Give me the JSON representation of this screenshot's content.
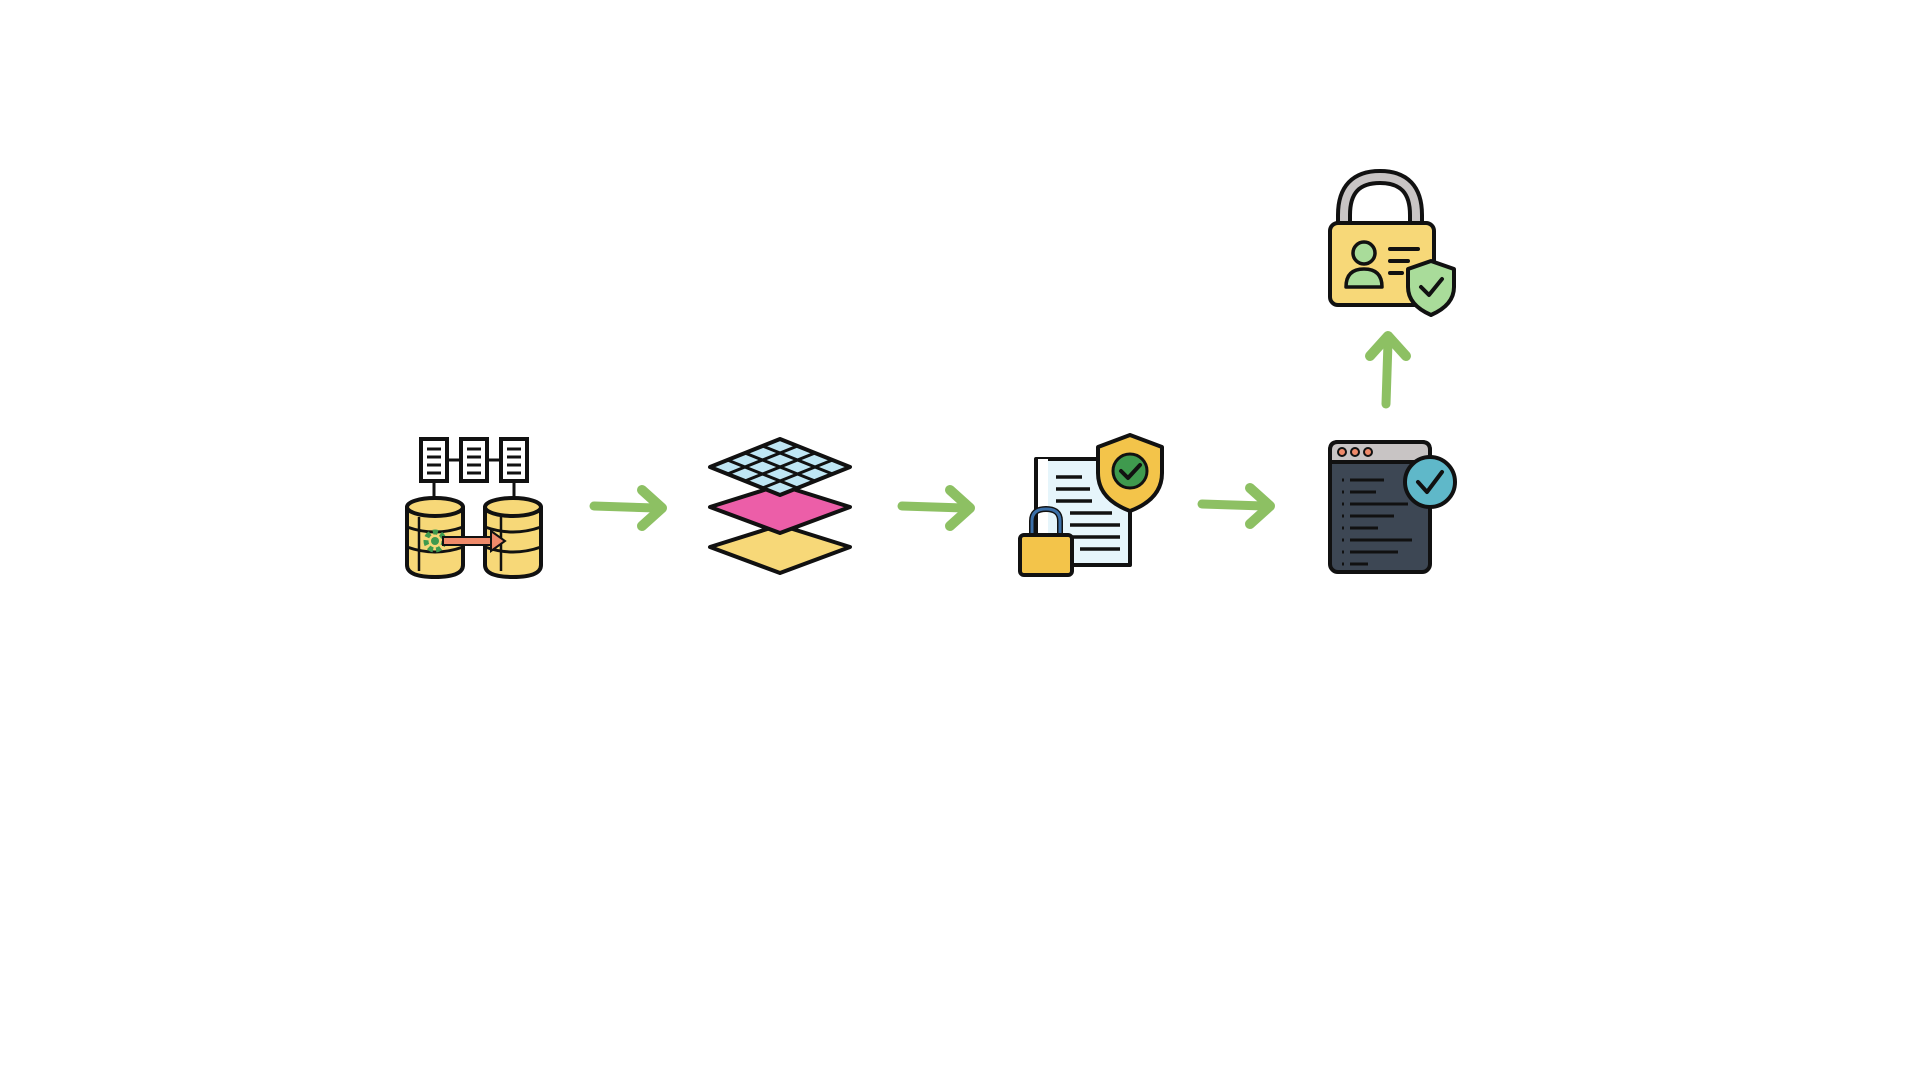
{
  "diagram": {
    "nodes": [
      {
        "id": "database-migration",
        "icon": "database-migration-icon"
      },
      {
        "id": "data-layers",
        "icon": "layers-icon"
      },
      {
        "id": "secure-document",
        "icon": "secure-document-icon"
      },
      {
        "id": "code-verified",
        "icon": "code-window-check-icon"
      },
      {
        "id": "identity-security",
        "icon": "id-card-lock-icon"
      }
    ],
    "edges": [
      {
        "from": "database-migration",
        "to": "data-layers",
        "direction": "right"
      },
      {
        "from": "data-layers",
        "to": "secure-document",
        "direction": "right"
      },
      {
        "from": "secure-document",
        "to": "code-verified",
        "direction": "right"
      },
      {
        "from": "code-verified",
        "to": "identity-security",
        "direction": "up"
      }
    ]
  },
  "colors": {
    "arrow": "#8dc063",
    "outline": "#111111",
    "yellow": "#f7d878",
    "pink": "#ec5ea8",
    "light_blue": "#bfe6f4",
    "salmon": "#ef8a6a",
    "green": "#3f9a4e",
    "shield_green": "#a9dc9a",
    "gold": "#f3c44a",
    "dark_slate": "#3d4754",
    "teal": "#5fb8c9",
    "gray": "#c8c4c4"
  }
}
